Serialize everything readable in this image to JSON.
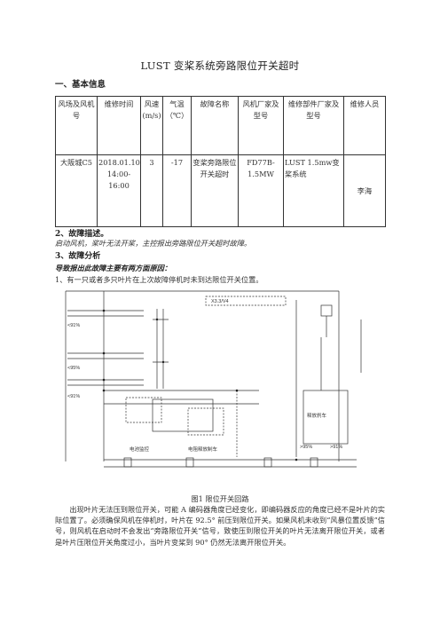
{
  "title": "LUST 变桨系统旁路限位开关超时",
  "section1": "一、基本信息",
  "table": {
    "headers": [
      "风场及风机号",
      "维修时间",
      "风速(m/s)",
      "气温（℃）",
      "故障名称",
      "风机厂家及型号",
      "维修部件厂家及型号",
      "维修人员"
    ],
    "row": [
      "大阪城C5",
      "2018.01.10 14:00-16:00",
      "3",
      "-17",
      "变桨旁路限位开关超时",
      "FD77B-1.5MW",
      "LUST 1.5mw变桨系统",
      "李海"
    ]
  },
  "section2": "2、故障描述。",
  "desc": "启动风机，桨叶无法开桨，主控报出旁路限位开关超时故障。",
  "section3": "3、故障分析",
  "analysis_lead": "导致报出此故障主要有两方面原因：",
  "reason1": "1、有一只或者多只叶片在上次故障停机时未到达限位开关位置。",
  "figure": {
    "caption": "图1 限位开关回路",
    "labels": {
      "top_box": "X3.3/V4",
      "left_pct_1": "<91%",
      "left_pct_2": "<95%",
      "left_pct_3": "<91%",
      "right_pct_1": ">95%",
      "right_pct_2": ">91%",
      "box_left": "电池监控",
      "box_mid": "电阻释放制车",
      "box_right": "释放刹车"
    }
  },
  "paragraph": "出现叶片无法压到限位开关，可能 A 编码器角度已经变化，即编码器反应的角度已经不是叶片的实际位置了。必须确保风机在停机时，叶片在 92.5° 前压到限位开关。如果风机未收到“风暴位置反馈”信号，则风机在启动时不会发出“旁路限位开关”信号，致使压到限位开关的叶片无法离开限位开关，或者是叶片压限位开关角度过小，当叶片变桨到 90° 仍然无法离开限位开关。"
}
